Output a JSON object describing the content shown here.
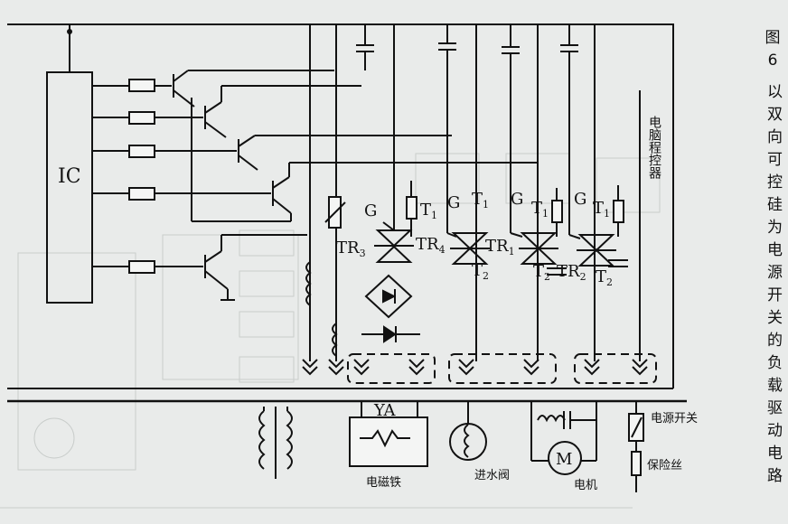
{
  "figure": {
    "caption_label": "图",
    "caption_number": "6",
    "caption_text": "以双向可控硅为电源开关的负载驱动电路"
  },
  "labels": {
    "ic": "IC",
    "controller": "电脑程控器",
    "g1": "G",
    "g2": "G",
    "g3": "G",
    "g4": "G",
    "t1_a": "T",
    "t1_b": "T",
    "t1_c": "T",
    "t1_d": "T",
    "t1_sub": "1",
    "tr3": "TR",
    "tr3_sub": "3",
    "tr4": "TR",
    "tr4_sub": "4",
    "tr1": "TR",
    "tr1_sub": "1",
    "tr2": "TR",
    "tr2_sub": "2",
    "t2_a": "T",
    "t2_b": "T",
    "t2_c": "T",
    "t2_sub": "2",
    "ya": "YA",
    "motor_m": "M",
    "solenoid": "电磁铁",
    "inlet_valve": "进水阀",
    "motor": "电机",
    "power_switch": "电源开关",
    "fuse": "保险丝"
  }
}
